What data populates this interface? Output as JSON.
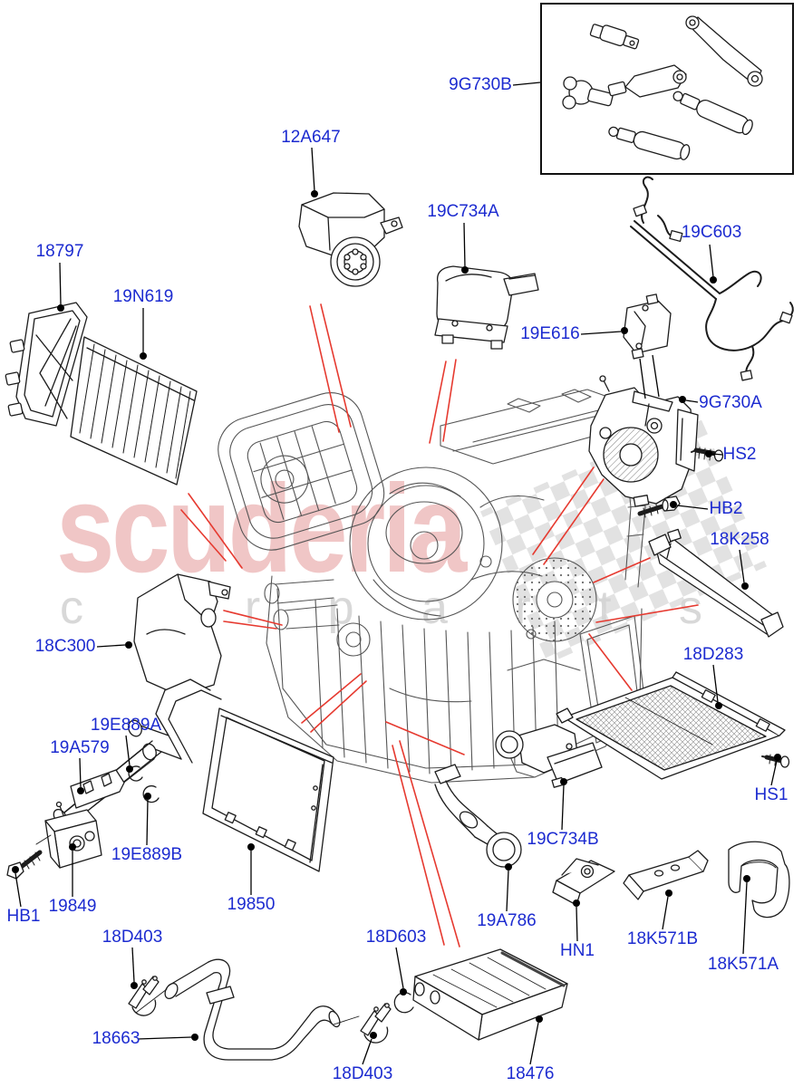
{
  "page": {
    "type": "exploded-parts-diagram",
    "subject": "heater and air conditioning unit"
  },
  "watermark": {
    "brand": "scuderia",
    "tagline": "c a r   p a r t s",
    "brand_color": "#f0c6c6",
    "tagline_color": "#d8d8d8"
  },
  "colors": {
    "label": "#1c2bd0",
    "leader": "#000000",
    "highlight": "#e63a30",
    "line_art": "#1c1c1c"
  },
  "callouts": [
    {
      "part": "9G730B"
    },
    {
      "part": "12A647"
    },
    {
      "part": "19C734A"
    },
    {
      "part": "19C603"
    },
    {
      "part": "18797"
    },
    {
      "part": "19N619"
    },
    {
      "part": "19E616"
    },
    {
      "part": "9G730A"
    },
    {
      "part": "HS2"
    },
    {
      "part": "HB2"
    },
    {
      "part": "18K258"
    },
    {
      "part": "18C300"
    },
    {
      "part": "18D283"
    },
    {
      "part": "19E889A"
    },
    {
      "part": "19A579"
    },
    {
      "part": "HS1"
    },
    {
      "part": "19C734B"
    },
    {
      "part": "19E889B"
    },
    {
      "part": "19849"
    },
    {
      "part": "19850"
    },
    {
      "part": "HB1"
    },
    {
      "part": "19A786"
    },
    {
      "part": "18D403"
    },
    {
      "part": "18D603"
    },
    {
      "part": "18K571B"
    },
    {
      "part": "HN1"
    },
    {
      "part": "18K571A"
    },
    {
      "part": "18663"
    },
    {
      "part": "18D403"
    },
    {
      "part": "18476"
    }
  ]
}
